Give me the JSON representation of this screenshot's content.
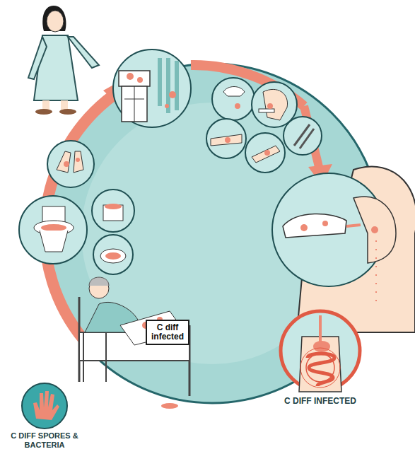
{
  "diagram": {
    "nodes": [
      {
        "text": [
          "C diff infected"
        ]
      },
      {
        "text": [
          "C DIFF INFECTED"
        ]
      },
      {
        "text": [
          "C DIFF SPORES & BACTERIA"
        ]
      }
    ]
  }
}
